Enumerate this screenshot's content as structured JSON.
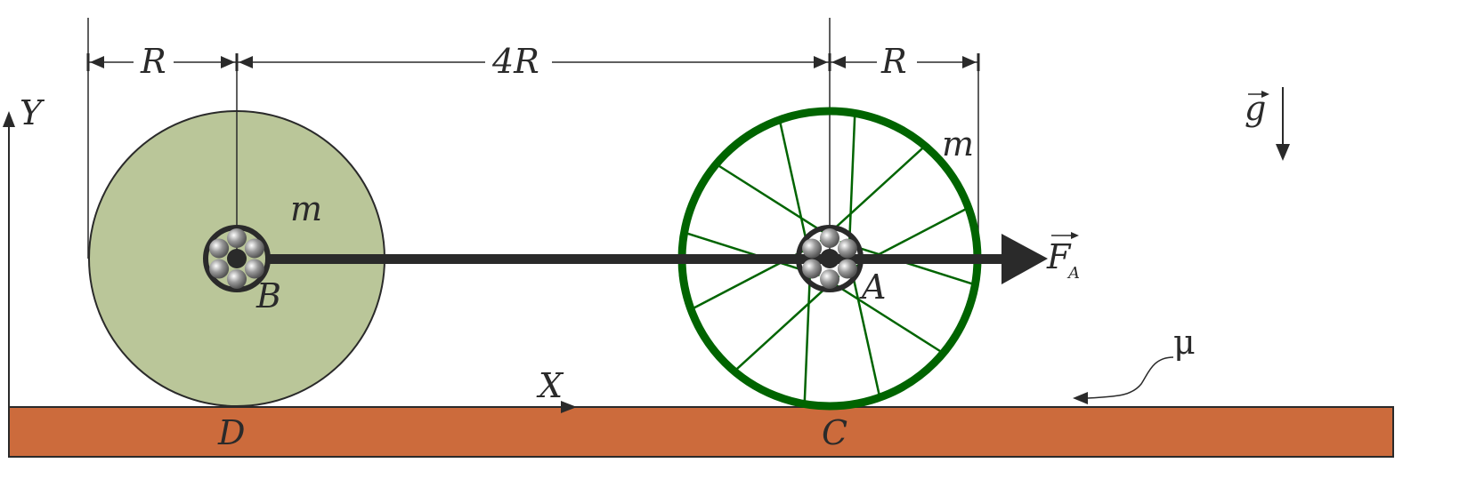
{
  "labels": {
    "R_left": "R",
    "four_R": "4R",
    "R_right": "R",
    "Y": "Y",
    "X": "X",
    "m_disc": "m",
    "m_wheel": "m",
    "B": "B",
    "A": "A",
    "D": "D",
    "C": "C",
    "g": "g",
    "F": "F",
    "F_sub": "A",
    "mu": "μ"
  },
  "colors": {
    "disc": "#bac699",
    "wheel": "#006400",
    "ground": "#cc6b3c",
    "ink": "#2a2a2a"
  }
}
